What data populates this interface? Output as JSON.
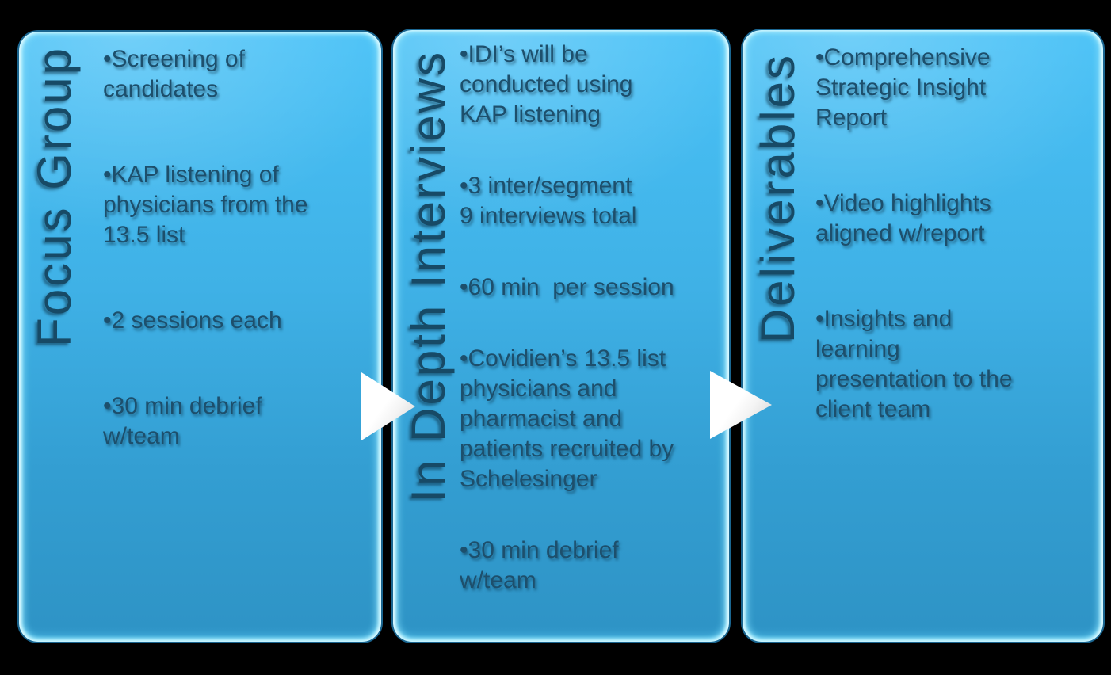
{
  "diagram": {
    "background_color": "#000000",
    "panel_fill_top": "#4ac2f7",
    "panel_fill_bottom": "#2e93c5",
    "panel_edge_glow": "#8ee4fd",
    "title_text_color": "#174a66",
    "body_text_color": "#1d4f6c",
    "arrow_color": "#ffffff"
  },
  "panels": [
    {
      "title": "Focus Group",
      "bullets": [
        "•Screening of\ncandidates",
        "•KAP listening of\nphysicians from the\n13.5 list",
        "•2 sessions each",
        "•30 min debrief\nw/team"
      ]
    },
    {
      "title": "In Depth Interviews",
      "bullets": [
        "•IDI’s will be\nconducted using\nKAP listening",
        "•3 inter/segment\n9 interviews total",
        "•60 min  per session",
        "•Covidien’s 13.5 list\nphysicians and\npharmacist and\npatients recruited by\nSchelesinger",
        "•30 min debrief\nw/team"
      ]
    },
    {
      "title": "Deliverables",
      "bullets": [
        "•Comprehensive\nStrategic Insight\nReport",
        "•Video highlights\naligned w/report",
        "•Insights and\nlearning\npresentation to the\nclient team"
      ]
    }
  ],
  "connectors": [
    {
      "icon": "right-arrow"
    },
    {
      "icon": "right-arrow"
    }
  ]
}
